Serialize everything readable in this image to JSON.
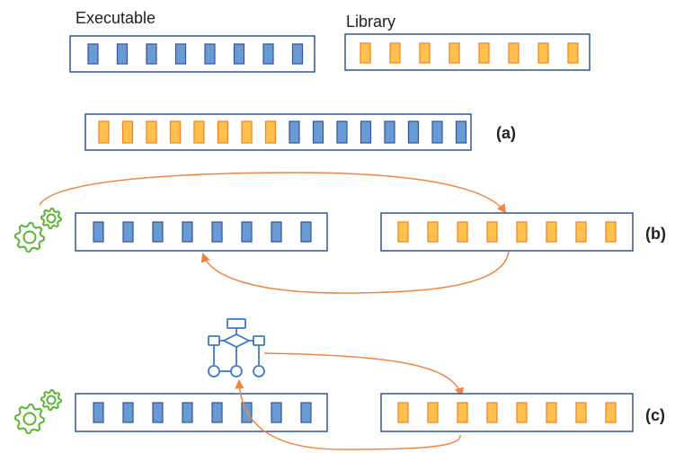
{
  "labels": {
    "executable": "Executable",
    "library": "Library",
    "a": "(a)",
    "b": "(b)",
    "c": "(c)"
  },
  "colors": {
    "blue_fill": "#6a9ad4",
    "blue_stroke": "#2e5597",
    "orange_fill": "#ffc04d",
    "orange_stroke": "#f08020",
    "container_stroke": "#2e5597",
    "arrow": "#f08540",
    "gear": "#5cb531",
    "flowchart": "#3e78c8"
  },
  "rows": {
    "top_executable": [
      "exe",
      "exe",
      "exe",
      "exe",
      "exe",
      "exe",
      "exe",
      "exe"
    ],
    "top_library": [
      "lib",
      "lib",
      "lib",
      "lib",
      "lib",
      "lib",
      "lib",
      "lib"
    ],
    "merged_a": [
      "lib",
      "lib",
      "lib",
      "lib",
      "lib",
      "lib",
      "lib",
      "lib",
      "exe",
      "exe",
      "exe",
      "exe",
      "exe",
      "exe",
      "exe",
      "exe"
    ],
    "b_executable": [
      "exe",
      "exe",
      "exe",
      "exe",
      "exe",
      "exe",
      "exe",
      "exe"
    ],
    "b_library": [
      "lib",
      "lib",
      "lib",
      "lib",
      "lib",
      "lib",
      "lib",
      "lib"
    ],
    "c_executable": [
      "exe",
      "exe",
      "exe",
      "exe",
      "exe",
      "exe",
      "exe",
      "exe"
    ],
    "c_library": [
      "lib",
      "lib",
      "lib",
      "lib",
      "lib",
      "lib",
      "lib",
      "lib"
    ]
  },
  "icons": [
    "gears-icon",
    "gears-icon",
    "flowchart-icon"
  ]
}
